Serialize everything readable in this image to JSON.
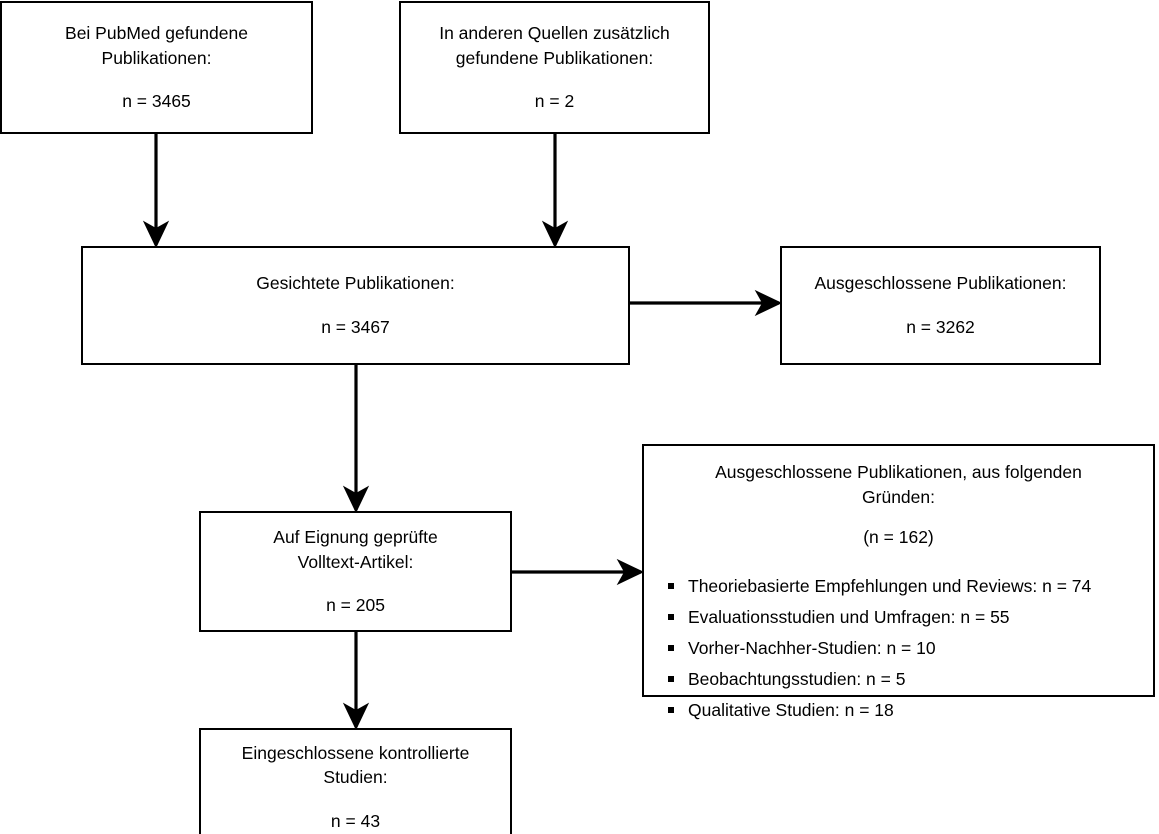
{
  "diagram": {
    "type": "prisma-flow-diagram",
    "language": "de",
    "colors": {
      "background": "#ffffff",
      "stroke": "#000000",
      "text": "#000000"
    },
    "nodes": [
      {
        "id": "pubmed",
        "label_line1": "Bei PubMed gefundene",
        "label_line2": "Publikationen:",
        "count": "n = 3465"
      },
      {
        "id": "other-sources",
        "label_line1": "In anderen Quellen zusätzlich",
        "label_line2": "gefundene Publikationen:",
        "count": "n = 2"
      },
      {
        "id": "screened",
        "label_line1": "Gesichtete Publikationen:",
        "label_line2": "",
        "count": "n = 3467"
      },
      {
        "id": "excluded-screened",
        "label_line1": "Ausgeschlossene Publikationen:",
        "label_line2": "",
        "count": "n = 3262"
      },
      {
        "id": "fulltext",
        "label_line1": "Auf Eignung geprüfte",
        "label_line2": "Volltext-Artikel:",
        "count": "n = 205"
      },
      {
        "id": "included",
        "label_line1": "Eingeschlossene kontrollierte",
        "label_line2": "Studien:",
        "count": "n = 43"
      }
    ],
    "excluded_reasons_box": {
      "header_line1": "Ausgeschlossene Publikationen, aus folgenden",
      "header_line2": "Gründen:",
      "count": "(n = 162)",
      "items": [
        "Theoriebasierte Empfehlungen und Reviews: n = 74",
        "Evaluationsstudien und Umfragen: n = 55",
        "Vorher-Nachher-Studien: n = 10",
        "Beobachtungsstudien: n = 5",
        "Qualitative Studien: n = 18"
      ]
    },
    "edges": [
      {
        "id": "pubmed-to-screened",
        "from": "pubmed",
        "to": "screened",
        "direction": "down"
      },
      {
        "id": "other-sources-to-screened",
        "from": "other-sources",
        "to": "screened",
        "direction": "down"
      },
      {
        "id": "screened-to-excluded",
        "from": "screened",
        "to": "excluded-screened",
        "direction": "right"
      },
      {
        "id": "screened-to-fulltext",
        "from": "screened",
        "to": "fulltext",
        "direction": "down"
      },
      {
        "id": "fulltext-to-reasons",
        "from": "fulltext",
        "to": "excluded-reasons-box",
        "direction": "right"
      },
      {
        "id": "fulltext-to-included",
        "from": "fulltext",
        "to": "included",
        "direction": "down"
      }
    ]
  }
}
